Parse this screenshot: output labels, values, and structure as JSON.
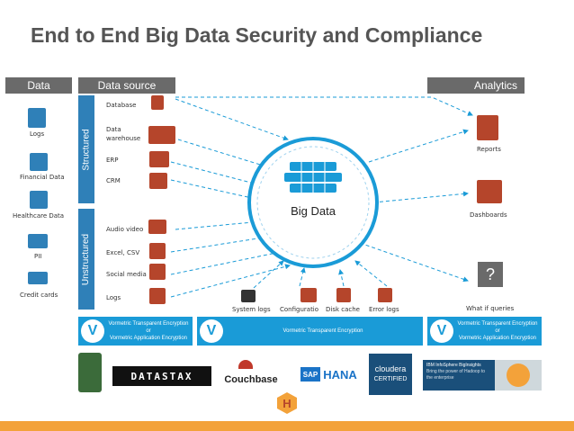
{
  "title": "End to End Big Data Security and Compliance",
  "headers": {
    "data": "Data",
    "data_source": "Data source",
    "analytics": "Analytics"
  },
  "structured_label": "Structured",
  "unstructured_label": "Unstructured",
  "data_items": [
    "Logs",
    "Financial Data",
    "Healthcare Data",
    "PII",
    "Credit cards"
  ],
  "source_items": [
    "Database",
    "Data\nwarehouse",
    "ERP",
    "CRM",
    "Audio video",
    "Excel, CSV",
    "Social media",
    "Logs"
  ],
  "source_data_label": "Data",
  "source_warehouse_label": "warehouse",
  "center_label": "Big Data",
  "bottom_sources": [
    "System logs",
    "Configuratio",
    "Disk cache",
    "Error logs"
  ],
  "analytics_items": [
    "Reports",
    "Dashboards",
    "What if queries"
  ],
  "question_mark": "?",
  "encryption": {
    "left_line1": "Vormetric Transparent Encryption",
    "left_line2": "or",
    "left_line3": "Vormetric Application Encryption",
    "middle": "Vormetric Transparent Encryption",
    "right_line1": "Vormetric Transparent Encryption",
    "right_line2": "or",
    "right_line3": "Vormetric Application Encryption",
    "check": "V"
  },
  "logos": {
    "datastax": "DATASTAX",
    "couchbase": "Couchbase",
    "sap": "SAP",
    "hana": "HANA",
    "cloudera1": "cloudera",
    "cloudera2": "CERTIFIED",
    "ibm1": "IBM InfoSphere BigInsights",
    "ibm2": "Bring the power of Hadoop to the enterprise",
    "h": "H"
  },
  "colors": {
    "accent": "#1a9bd7",
    "header_gray": "#6a6a6a",
    "bar_blue": "#2f80b8",
    "orange": "#f3a23a"
  }
}
